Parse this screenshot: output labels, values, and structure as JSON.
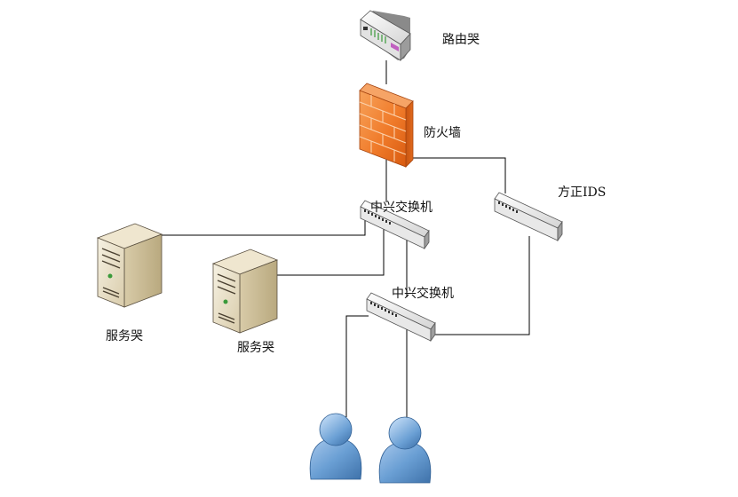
{
  "nodes": {
    "router": {
      "label": "路由哭"
    },
    "firewall": {
      "label": "防火墙"
    },
    "switch_top": {
      "label": "中兴交换机"
    },
    "ids": {
      "label": "方正IDS"
    },
    "switch_bottom": {
      "label": "中兴交换机"
    },
    "server_left": {
      "label": "服务哭"
    },
    "server_right": {
      "label": "服务哭"
    }
  },
  "colors": {
    "line": "#000000",
    "firewall": "#f07b2a",
    "user": "#6a9fd4",
    "server": "#e6dcc3",
    "device": "#dcdcdc"
  }
}
